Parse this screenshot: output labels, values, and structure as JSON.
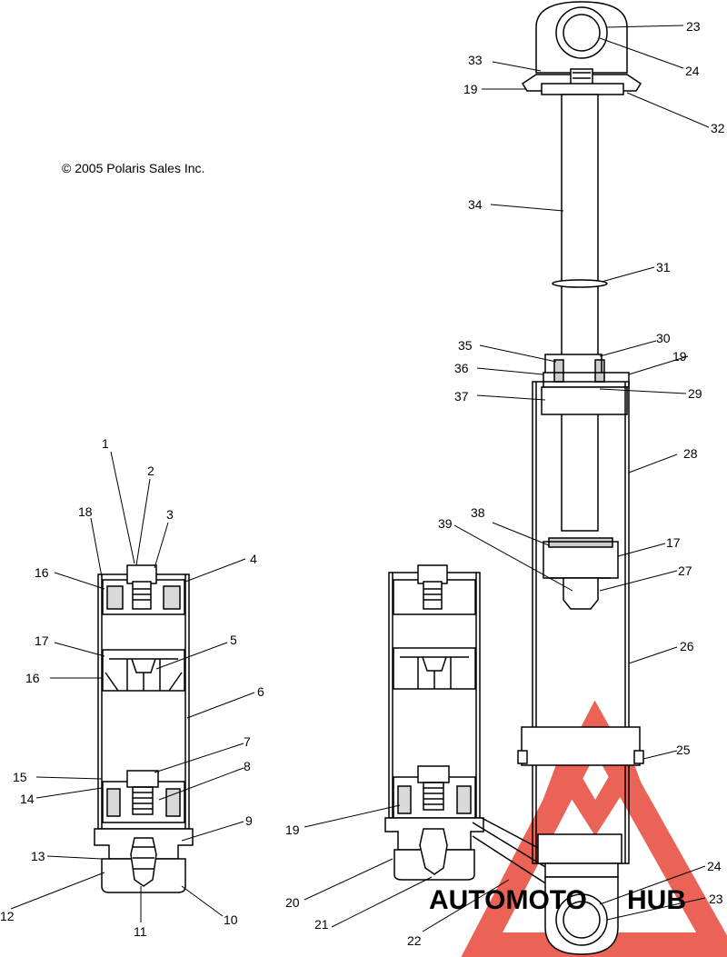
{
  "copyright": "© 2005 Polaris Sales Inc.",
  "watermark": {
    "word_a": "AUTOMOTO",
    "word_b": "HUB",
    "color_a": "#f2b27a",
    "color_b": "#9aa0a6",
    "logo_color": "#e8473a"
  },
  "callouts": {
    "c1": "1",
    "c2": "2",
    "c3": "3",
    "c4": "4",
    "c5": "5",
    "c6": "6",
    "c7": "7",
    "c8": "8",
    "c9": "9",
    "c10": "10",
    "c11": "11",
    "c12": "12",
    "c13": "13",
    "c14": "14",
    "c15": "15",
    "c16a": "16",
    "c16b": "16",
    "c17a": "17",
    "c17b": "17",
    "c18": "18",
    "c19a": "19",
    "c19b": "19",
    "c19c": "19",
    "c20": "20",
    "c21": "21",
    "c22": "22",
    "c23a": "23",
    "c23b": "23",
    "c24a": "24",
    "c24b": "24",
    "c25": "25",
    "c26": "26",
    "c27": "27",
    "c28": "28",
    "c29": "29",
    "c30": "30",
    "c31": "31",
    "c32": "32",
    "c33": "33",
    "c34": "34",
    "c35": "35",
    "c36": "36",
    "c37": "37",
    "c38": "38",
    "c39": "39"
  }
}
